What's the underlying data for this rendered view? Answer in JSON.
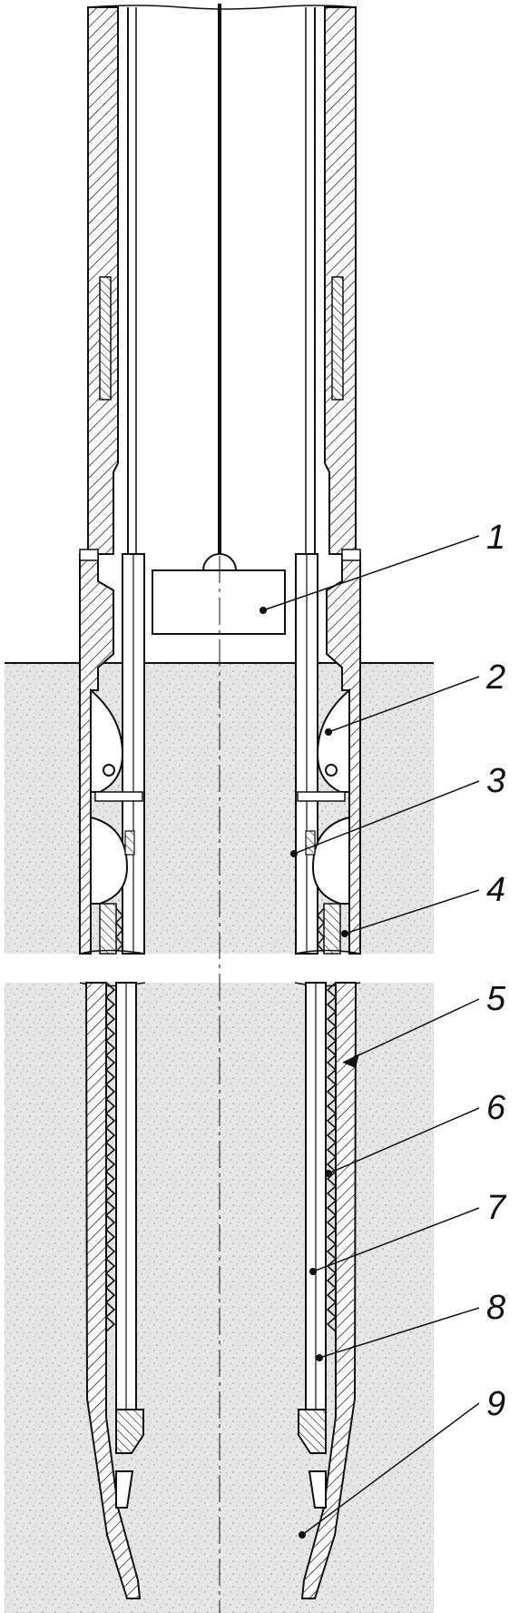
{
  "diagram": {
    "callouts": [
      {
        "id": "1",
        "label": "1"
      },
      {
        "id": "2",
        "label": "2"
      },
      {
        "id": "3",
        "label": "3"
      },
      {
        "id": "4",
        "label": "4"
      },
      {
        "id": "5",
        "label": "5"
      },
      {
        "id": "6",
        "label": "6"
      },
      {
        "id": "7",
        "label": "7"
      },
      {
        "id": "8",
        "label": "8"
      },
      {
        "id": "9",
        "label": "9"
      }
    ]
  },
  "colors": {
    "line": "#111111",
    "soil": "#e4e4e4",
    "soil_dots": "#9a9a9a",
    "pipe_fill": "#ffffff"
  }
}
